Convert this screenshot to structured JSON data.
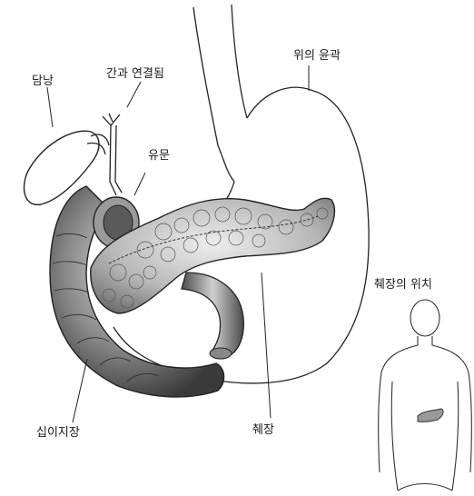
{
  "labels": {
    "gallbladder": "담낭",
    "to_liver": "간과 연결됨",
    "pylorus": "유문",
    "stomach_outline": "위의 윤곽",
    "pancreas_location": "췌장의 위치",
    "duodenum": "십이지장",
    "pancreas": "췌장"
  }
}
